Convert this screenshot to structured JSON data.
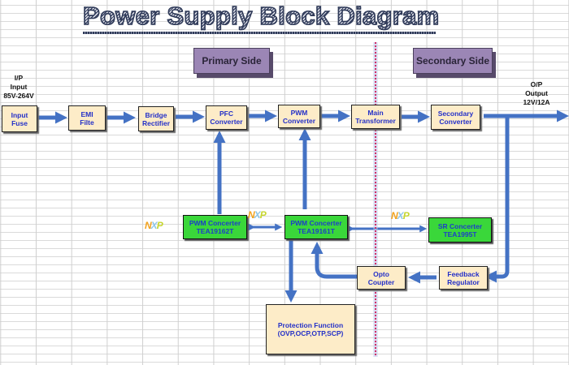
{
  "title": "Power Supply Block Diagram",
  "sides": {
    "primary": "Primary Side",
    "secondary": "Secondary Side"
  },
  "input_label": [
    "I/P",
    "Input",
    "85V-264V"
  ],
  "output_label": [
    "O/P",
    "Output",
    "12V/12A"
  ],
  "blocks": {
    "input_fuse": [
      "Input",
      "Fuse"
    ],
    "emi_filter": [
      "EMI",
      "Filte"
    ],
    "bridge_rectifier": [
      "Bridge",
      "Rectifier"
    ],
    "pfc_converter": [
      "PFC",
      "Converter"
    ],
    "pwm_converter": [
      "PWM",
      "Converter"
    ],
    "main_transformer": [
      "Main",
      "Transformer"
    ],
    "secondary_converter": [
      "Secondary",
      "Converter"
    ],
    "opto_coupler": [
      "Opto",
      "Coupter"
    ],
    "feedback_regulator": [
      "Feedback",
      "Regulator"
    ],
    "protection": [
      "Protection Function",
      "(OVP,OCP,OTP,SCP)"
    ]
  },
  "controllers": {
    "pfc_ic": [
      "PWM Concerter",
      "TEA19162T"
    ],
    "pwm_ic": [
      "PWM Concerter",
      "TEA19161T"
    ],
    "sr_ic": [
      "SR Concerter",
      "TEA1995T"
    ]
  },
  "logo": {
    "parts": [
      "N",
      "X",
      "P"
    ]
  },
  "colors": {
    "arrow": "#4472c4",
    "block_fill": "#fdecc8",
    "ic_fill": "#3ad73a",
    "text_blue": "#2430c8",
    "divider": "#d0306a",
    "side_fill": "#9b86b5"
  }
}
